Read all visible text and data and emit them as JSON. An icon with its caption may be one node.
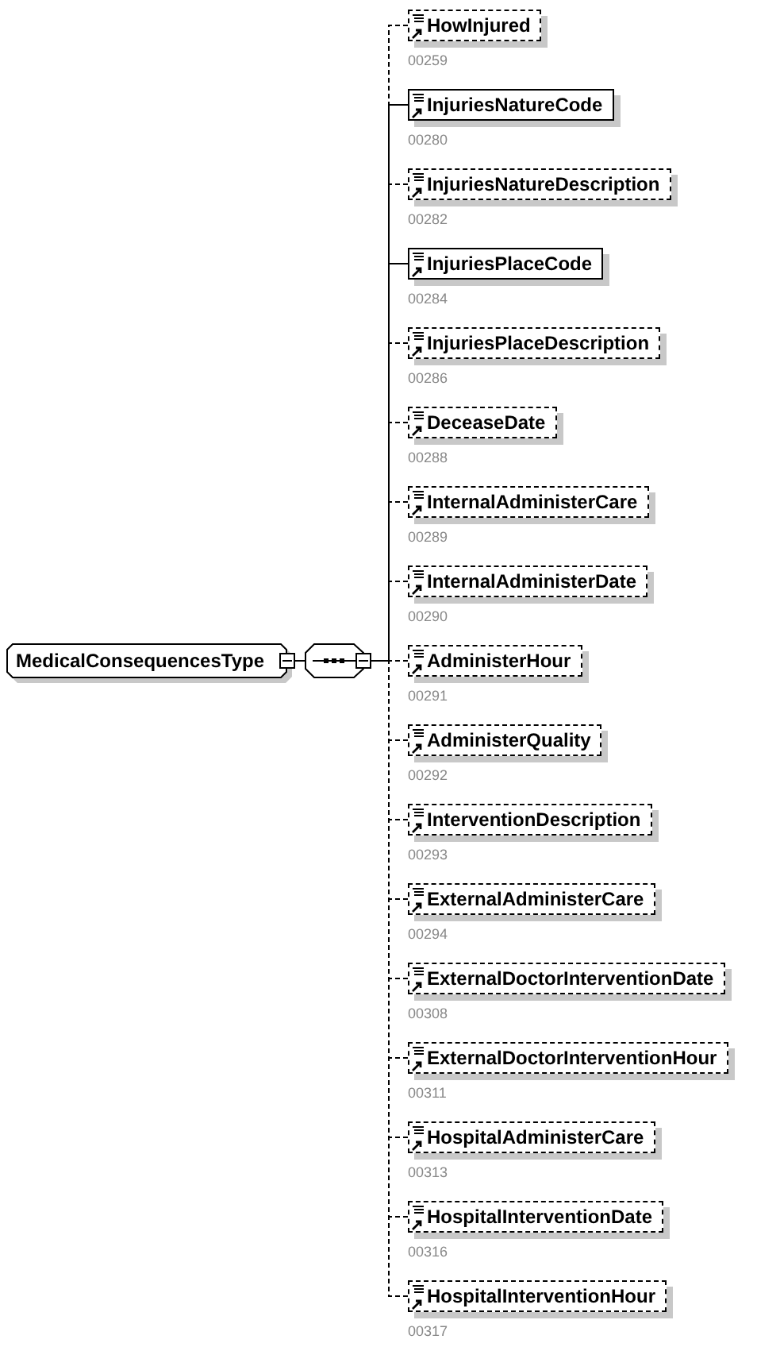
{
  "diagram": {
    "nodes": [
      {
        "text": [
          "MedicalConsequencesType"
        ]
      },
      {
        "text": [],
        "shape": "octagon"
      },
      {
        "text": [
          "HowInjured"
        ],
        "beside": [
          "00259"
        ]
      },
      {
        "text": [
          "InjuriesNatureCode"
        ],
        "beside": [
          "00280"
        ]
      },
      {
        "text": [
          "InjuriesNatureDescription"
        ],
        "beside": [
          "00282"
        ]
      },
      {
        "text": [
          "InjuriesPlaceCode"
        ],
        "beside": [
          "00284"
        ]
      },
      {
        "text": [
          "InjuriesPlaceDescription"
        ],
        "beside": [
          "00286"
        ]
      },
      {
        "text": [
          "DeceaseDate"
        ],
        "beside": [
          "00288"
        ]
      },
      {
        "text": [
          "InternalAdministerCare"
        ],
        "beside": [
          "00289"
        ]
      },
      {
        "text": [
          "InternalAdministerDate"
        ],
        "beside": [
          "00290"
        ]
      },
      {
        "text": [
          "AdministerHour"
        ],
        "beside": [
          "00291"
        ]
      },
      {
        "text": [
          "AdministerQuality"
        ],
        "beside": [
          "00292"
        ]
      },
      {
        "text": [
          "InterventionDescription"
        ],
        "beside": [
          "00293"
        ]
      },
      {
        "text": [
          "ExternalAdministerCare"
        ],
        "beside": [
          "00294"
        ]
      },
      {
        "text": [
          "ExternalDoctorInterventionDate"
        ],
        "beside": [
          "00308"
        ]
      },
      {
        "text": [
          "ExternalDoctorInterventionHour"
        ],
        "beside": [
          "00311"
        ]
      },
      {
        "text": [
          "HospitalAdministerCare"
        ],
        "beside": [
          "00313"
        ]
      },
      {
        "text": [
          "HospitalInterventionDate"
        ],
        "beside": [
          "00316"
        ]
      },
      {
        "text": [
          "HospitalInterventionHour"
        ],
        "beside": [
          "00317"
        ]
      }
    ],
    "edges": [
      {
        "from": 0,
        "to": 1,
        "arrow": "none"
      },
      {
        "from": 1,
        "to": 2,
        "arrow": "none",
        "style": "dashed"
      },
      {
        "from": 1,
        "to": 3,
        "arrow": "none"
      },
      {
        "from": 1,
        "to": 4,
        "arrow": "none",
        "style": "dashed"
      },
      {
        "from": 1,
        "to": 5,
        "arrow": "none"
      },
      {
        "from": 1,
        "to": 6,
        "arrow": "none",
        "style": "dashed"
      },
      {
        "from": 1,
        "to": 7,
        "arrow": "none",
        "style": "dashed"
      },
      {
        "from": 1,
        "to": 8,
        "arrow": "none",
        "style": "dashed"
      },
      {
        "from": 1,
        "to": 9,
        "arrow": "none",
        "style": "dashed"
      },
      {
        "from": 1,
        "to": 10,
        "arrow": "none",
        "style": "dashed"
      },
      {
        "from": 1,
        "to": 11,
        "arrow": "none",
        "style": "dashed"
      },
      {
        "from": 1,
        "to": 12,
        "arrow": "none",
        "style": "dashed"
      },
      {
        "from": 1,
        "to": 13,
        "arrow": "none",
        "style": "dashed"
      },
      {
        "from": 1,
        "to": 14,
        "arrow": "none",
        "style": "dashed"
      },
      {
        "from": 1,
        "to": 15,
        "arrow": "none",
        "style": "dashed"
      },
      {
        "from": 1,
        "to": 16,
        "arrow": "none",
        "style": "dashed"
      },
      {
        "from": 1,
        "to": 17,
        "arrow": "none",
        "style": "dashed"
      },
      {
        "from": 1,
        "to": 18,
        "arrow": "none",
        "style": "dashed"
      }
    ]
  }
}
